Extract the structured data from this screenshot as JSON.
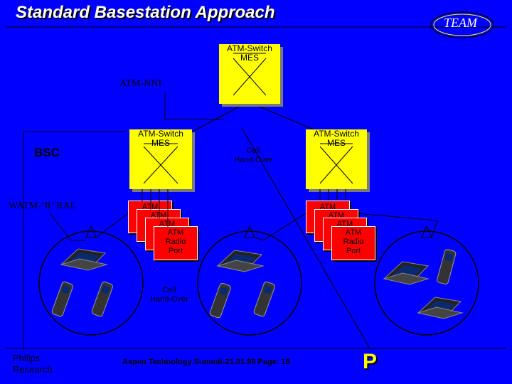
{
  "slide": {
    "title": "Standard Basestation Approach",
    "logo_text": "TEAM",
    "footer_org_line1": "Philips",
    "footer_org_line2": "Research",
    "footer_center": "Aspen Technology Summit-21.01.98 Page: 19",
    "footer_logo": "P"
  },
  "labels": {
    "atm_nni": "ATM-NNI",
    "bsc": "BSC",
    "watm_ral": "WATM-‘R’ RAL",
    "cell_handover_top_1": "Cell",
    "cell_handover_top_2": "Hand-Over",
    "cell_handover_bottom_1": "Cell",
    "cell_handover_bottom_2": "Hand-Over"
  },
  "switches": {
    "top_line1": "ATM-Switch",
    "top_line2": "MES",
    "left_line1": "ATM-Switch",
    "left_line2": "MES",
    "right_line1": "ATM-Switch",
    "right_line2": "MES"
  },
  "ports": {
    "back_label": "ATM",
    "front_line1": "ATM",
    "front_line2": "Radio",
    "front_line3": "Port"
  },
  "colors": {
    "background": "#0000ff",
    "switch_fill": "#ffff00",
    "port_fill": "#ff0000",
    "title_text": "#ffffff",
    "line": "#000000"
  }
}
